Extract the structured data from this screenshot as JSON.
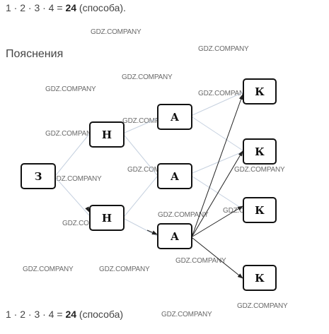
{
  "formula_top": {
    "expr": "1 · 2 · 3 · 4 = ",
    "result": "24",
    "suffix": " (способа)."
  },
  "section_title": "Пояснения",
  "formula_bottom": {
    "expr": "1 · 2 · 3 · 4 = ",
    "result": "24",
    "suffix": " (способа)"
  },
  "watermark": "GDZ.COMPANY",
  "nodes": {
    "z": "З",
    "n1": "Н",
    "n2": "Н",
    "a1": "А",
    "a2": "А",
    "a3": "А",
    "k1": "К",
    "k2": "К",
    "k3": "К",
    "k4": "К"
  },
  "colors": {
    "line": "#222222",
    "faint_line": "#b8c6d8",
    "border": "#111111"
  }
}
